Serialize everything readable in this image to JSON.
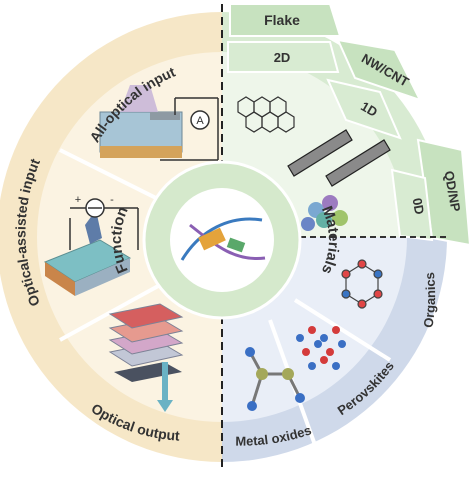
{
  "center": {
    "left_label": "Function",
    "right_label": "Materials"
  },
  "function_sectors": [
    {
      "id": "all-optical-input",
      "label": "All-optical input"
    },
    {
      "id": "optical-assisted-input",
      "label": "Optical-assisted input"
    },
    {
      "id": "optical-output",
      "label": "Optical output"
    }
  ],
  "material_tabs": [
    {
      "id": "flake",
      "label": "Flake"
    },
    {
      "id": "nw-cnt",
      "label": "NW/CNT"
    },
    {
      "id": "qd-np",
      "label": "QD/NP"
    }
  ],
  "material_dimensions": [
    {
      "id": "2d",
      "label": "2D"
    },
    {
      "id": "1d",
      "label": "1D"
    },
    {
      "id": "0d",
      "label": "0D"
    }
  ],
  "material_lower": [
    {
      "id": "organics",
      "label": "Organics"
    },
    {
      "id": "perovskites",
      "label": "Perovskites"
    },
    {
      "id": "metal-oxides",
      "label": "Metal oxides"
    }
  ],
  "icons": {
    "ammeter_symbol": "A",
    "source_plus": "+",
    "source_minus": "-"
  },
  "colors": {
    "function_outer": "#f6e7c7",
    "function_inner": "#fbf3e2",
    "materials_green": "#d8ebd2",
    "materials_green_inner": "#eef6ea",
    "materials_blue": "#cfd9ea",
    "materials_blue_inner": "#e9eef7",
    "center_ring": "#d5e9cc",
    "divider": "#ffffff",
    "text": "#333333"
  }
}
